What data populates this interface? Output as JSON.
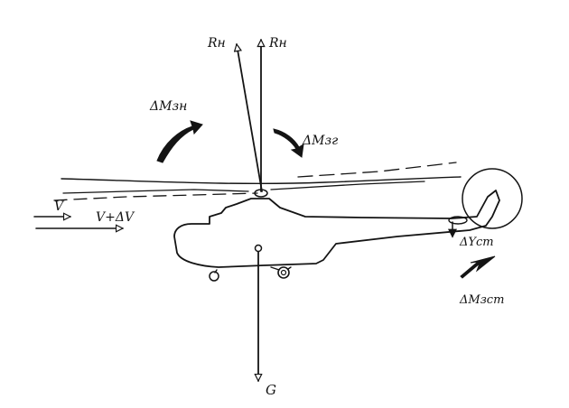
{
  "labels": {
    "r_tilted": "Rн",
    "r_vertical": "Rн",
    "dm_zn": "ΔMзн",
    "dm_zg": "ΔMзг",
    "v": "V",
    "v_plus_dv": "V+ΔV",
    "dy_tail": "ΔYст",
    "dm_z_tail": "ΔMзст",
    "g": "G"
  }
}
